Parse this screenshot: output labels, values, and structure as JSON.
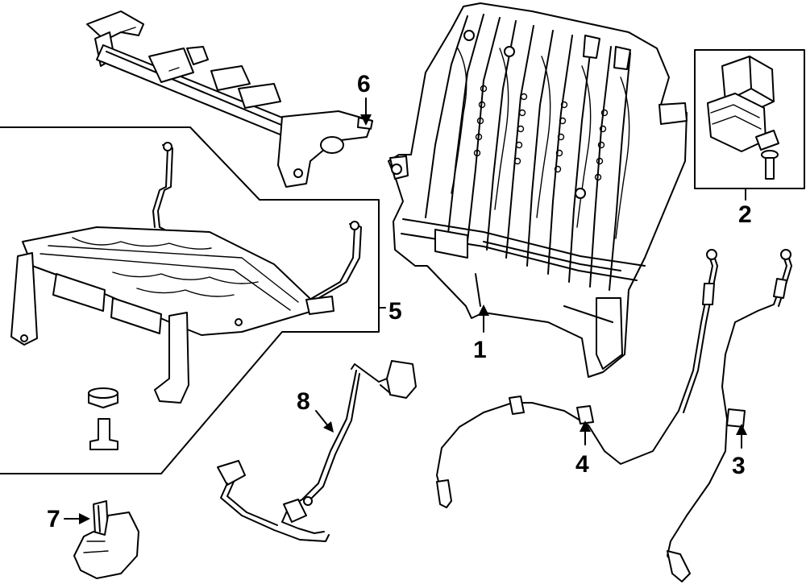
{
  "diagram": {
    "callouts": [
      {
        "id": "1",
        "text": "1"
      },
      {
        "id": "2",
        "text": "2"
      },
      {
        "id": "3",
        "text": "3"
      },
      {
        "id": "4",
        "text": "4"
      },
      {
        "id": "5",
        "text": "5"
      },
      {
        "id": "6",
        "text": "6"
      },
      {
        "id": "7",
        "text": "7"
      },
      {
        "id": "8",
        "text": "8"
      }
    ],
    "parts": [
      {
        "callout": "1",
        "icon": "seat-back-frame-icon"
      },
      {
        "callout": "2",
        "icon": "latch-assembly-icon"
      },
      {
        "callout": "3",
        "icon": "release-cable-icon"
      },
      {
        "callout": "4",
        "icon": "release-cable-icon"
      },
      {
        "callout": "5",
        "icon": "seat-cushion-frame-icon"
      },
      {
        "callout": "6",
        "icon": "pivot-bar-icon"
      },
      {
        "callout": "7",
        "icon": "clip-icon"
      },
      {
        "callout": "8",
        "icon": "wire-harness-icon"
      }
    ],
    "colors": {
      "line": "#000000",
      "background": "#ffffff"
    }
  }
}
